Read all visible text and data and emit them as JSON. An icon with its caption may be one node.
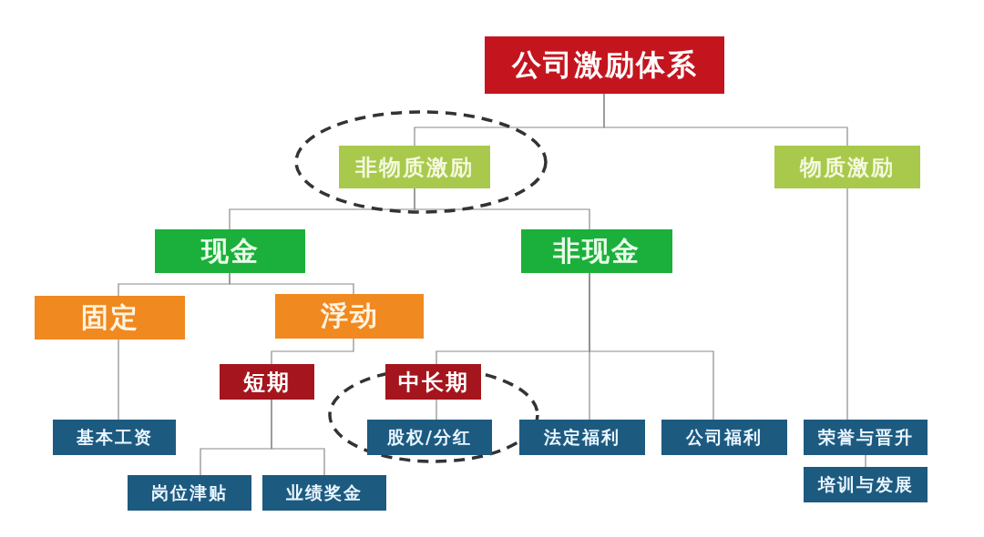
{
  "diagram": {
    "nodes": [
      {
        "text": [
          "公司激励体系"
        ]
      },
      {
        "text": [
          "非物质激励"
        ]
      },
      {
        "text": [
          "物质激励"
        ]
      },
      {
        "text": [
          "现金"
        ]
      },
      {
        "text": [
          "非现金"
        ]
      },
      {
        "text": [
          "固定"
        ]
      },
      {
        "text": [
          "浮动"
        ]
      },
      {
        "text": [
          "短期"
        ]
      },
      {
        "text": [
          "中长期"
        ]
      },
      {
        "text": [
          "基本工资"
        ]
      },
      {
        "text": [
          "岗位津贴"
        ]
      },
      {
        "text": [
          "业绩奖金"
        ]
      },
      {
        "text": [
          "股权/分红"
        ]
      },
      {
        "text": [
          "法定福利"
        ]
      },
      {
        "text": [
          "公司福利"
        ]
      },
      {
        "text": [
          "荣誉与晋升"
        ]
      },
      {
        "text": [
          "培训与发展"
        ]
      }
    ],
    "edges": [
      {
        "from": 0,
        "to": 1,
        "arrow": "none"
      },
      {
        "from": 0,
        "to": 2,
        "arrow": "none"
      },
      {
        "from": 1,
        "to": 3,
        "arrow": "none"
      },
      {
        "from": 1,
        "to": 4,
        "arrow": "none"
      },
      {
        "from": 3,
        "to": 5,
        "arrow": "none"
      },
      {
        "from": 3,
        "to": 6,
        "arrow": "none"
      },
      {
        "from": 6,
        "to": 7,
        "arrow": "none"
      },
      {
        "from": 4,
        "to": 8,
        "arrow": "none"
      },
      {
        "from": 4,
        "to": 13,
        "arrow": "none"
      },
      {
        "from": 4,
        "to": 14,
        "arrow": "none"
      },
      {
        "from": 5,
        "to": 9,
        "arrow": "none"
      },
      {
        "from": 7,
        "to": 10,
        "arrow": "none"
      },
      {
        "from": 7,
        "to": 11,
        "arrow": "none"
      },
      {
        "from": 8,
        "to": 12,
        "arrow": "none"
      },
      {
        "from": 2,
        "to": 15,
        "arrow": "none"
      },
      {
        "from": 15,
        "to": 16,
        "arrow": "none"
      }
    ]
  }
}
